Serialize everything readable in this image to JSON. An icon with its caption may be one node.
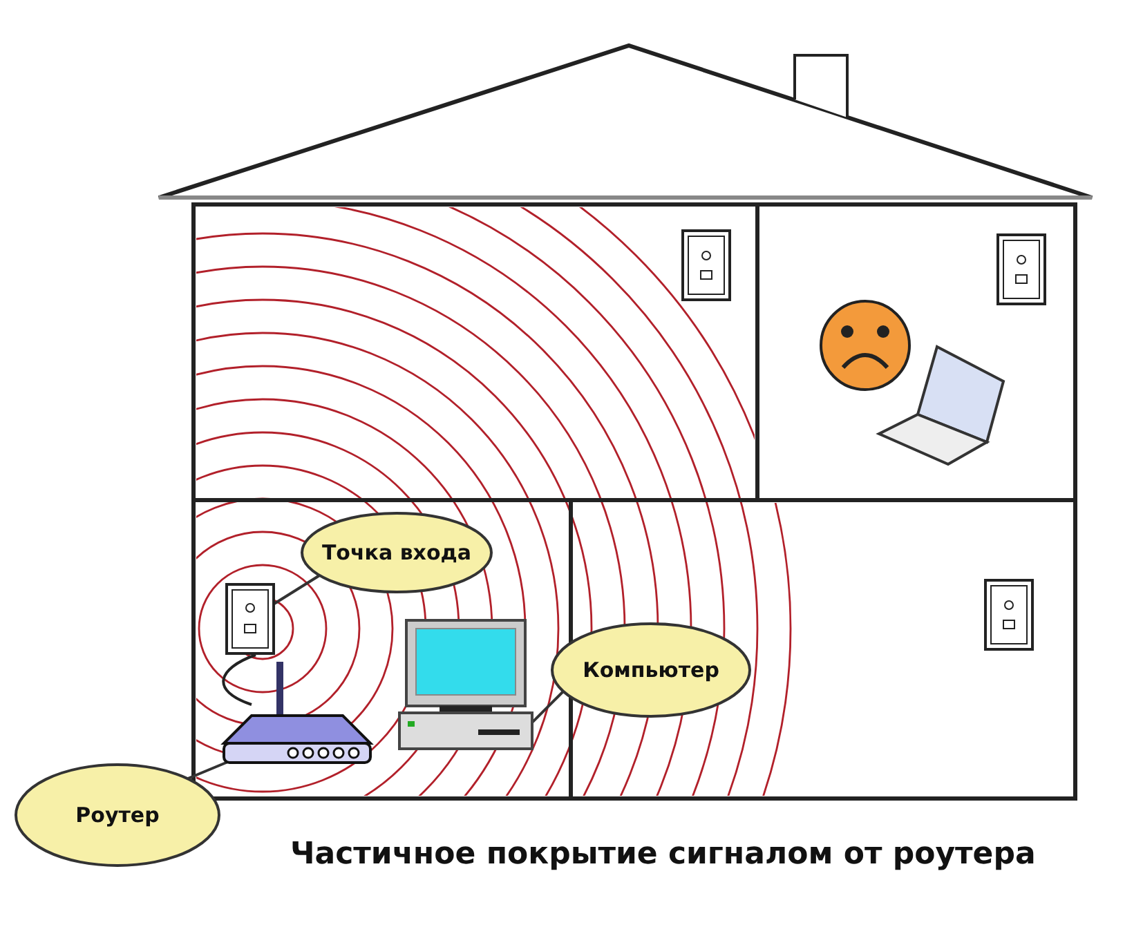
{
  "diagram": {
    "caption": "Частичное покрытие сигналом от роутера",
    "nodes": [
      {
        "text": [
          "Точка входа"
        ]
      },
      {
        "text": [],
        "shape": "picture"
      },
      {
        "text": [
          "Компьютер"
        ]
      },
      {
        "text": [],
        "shape": "picture"
      },
      {
        "text": [
          "Роутер"
        ]
      },
      {
        "text": [],
        "shape": "picture"
      }
    ],
    "edges": [
      {
        "from": 0,
        "to": 1,
        "arrow": "none"
      },
      {
        "from": 2,
        "to": 3,
        "arrow": "none"
      },
      {
        "from": 4,
        "to": 5,
        "arrow": "none"
      },
      {
        "from": 5,
        "to": 1,
        "arrow": "none"
      }
    ]
  }
}
